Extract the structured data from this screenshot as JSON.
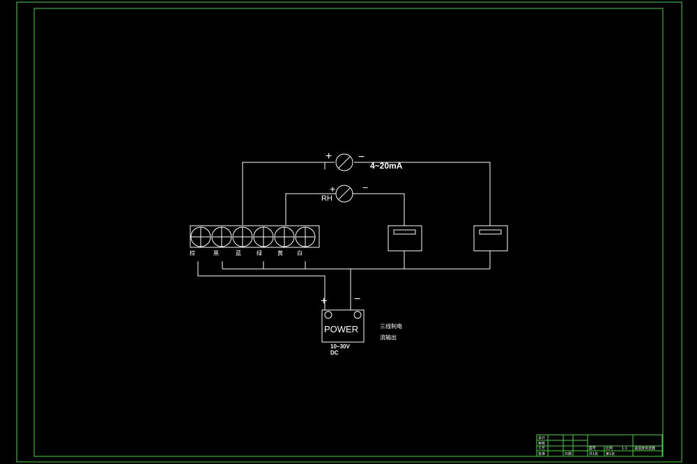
{
  "colors": {
    "background": "#000000",
    "frame": "#3ddc3d",
    "lines": "#ffffff"
  },
  "meters": {
    "current": {
      "plus": "+",
      "minus": "−",
      "label": "4~20mA",
      "left_mark": "I"
    },
    "humidity": {
      "plus": "+",
      "minus": "−",
      "label": "RH"
    }
  },
  "terminal_strip": {
    "labels": [
      "棕",
      "黑",
      "蓝",
      "绿",
      "黄",
      "白"
    ]
  },
  "power": {
    "label": "POWER",
    "plus": "+",
    "minus": "−",
    "voltage": "10~30V",
    "type": "DC"
  },
  "note": {
    "line1": "三线制电",
    "line2": "流输出"
  },
  "title_block": {
    "cells": [
      "设计",
      "审核",
      "工艺",
      "批准",
      "图号",
      "比例",
      "共1张",
      "第1张",
      "日期"
    ],
    "title": "温湿度变送器",
    "scale": "1:1"
  }
}
